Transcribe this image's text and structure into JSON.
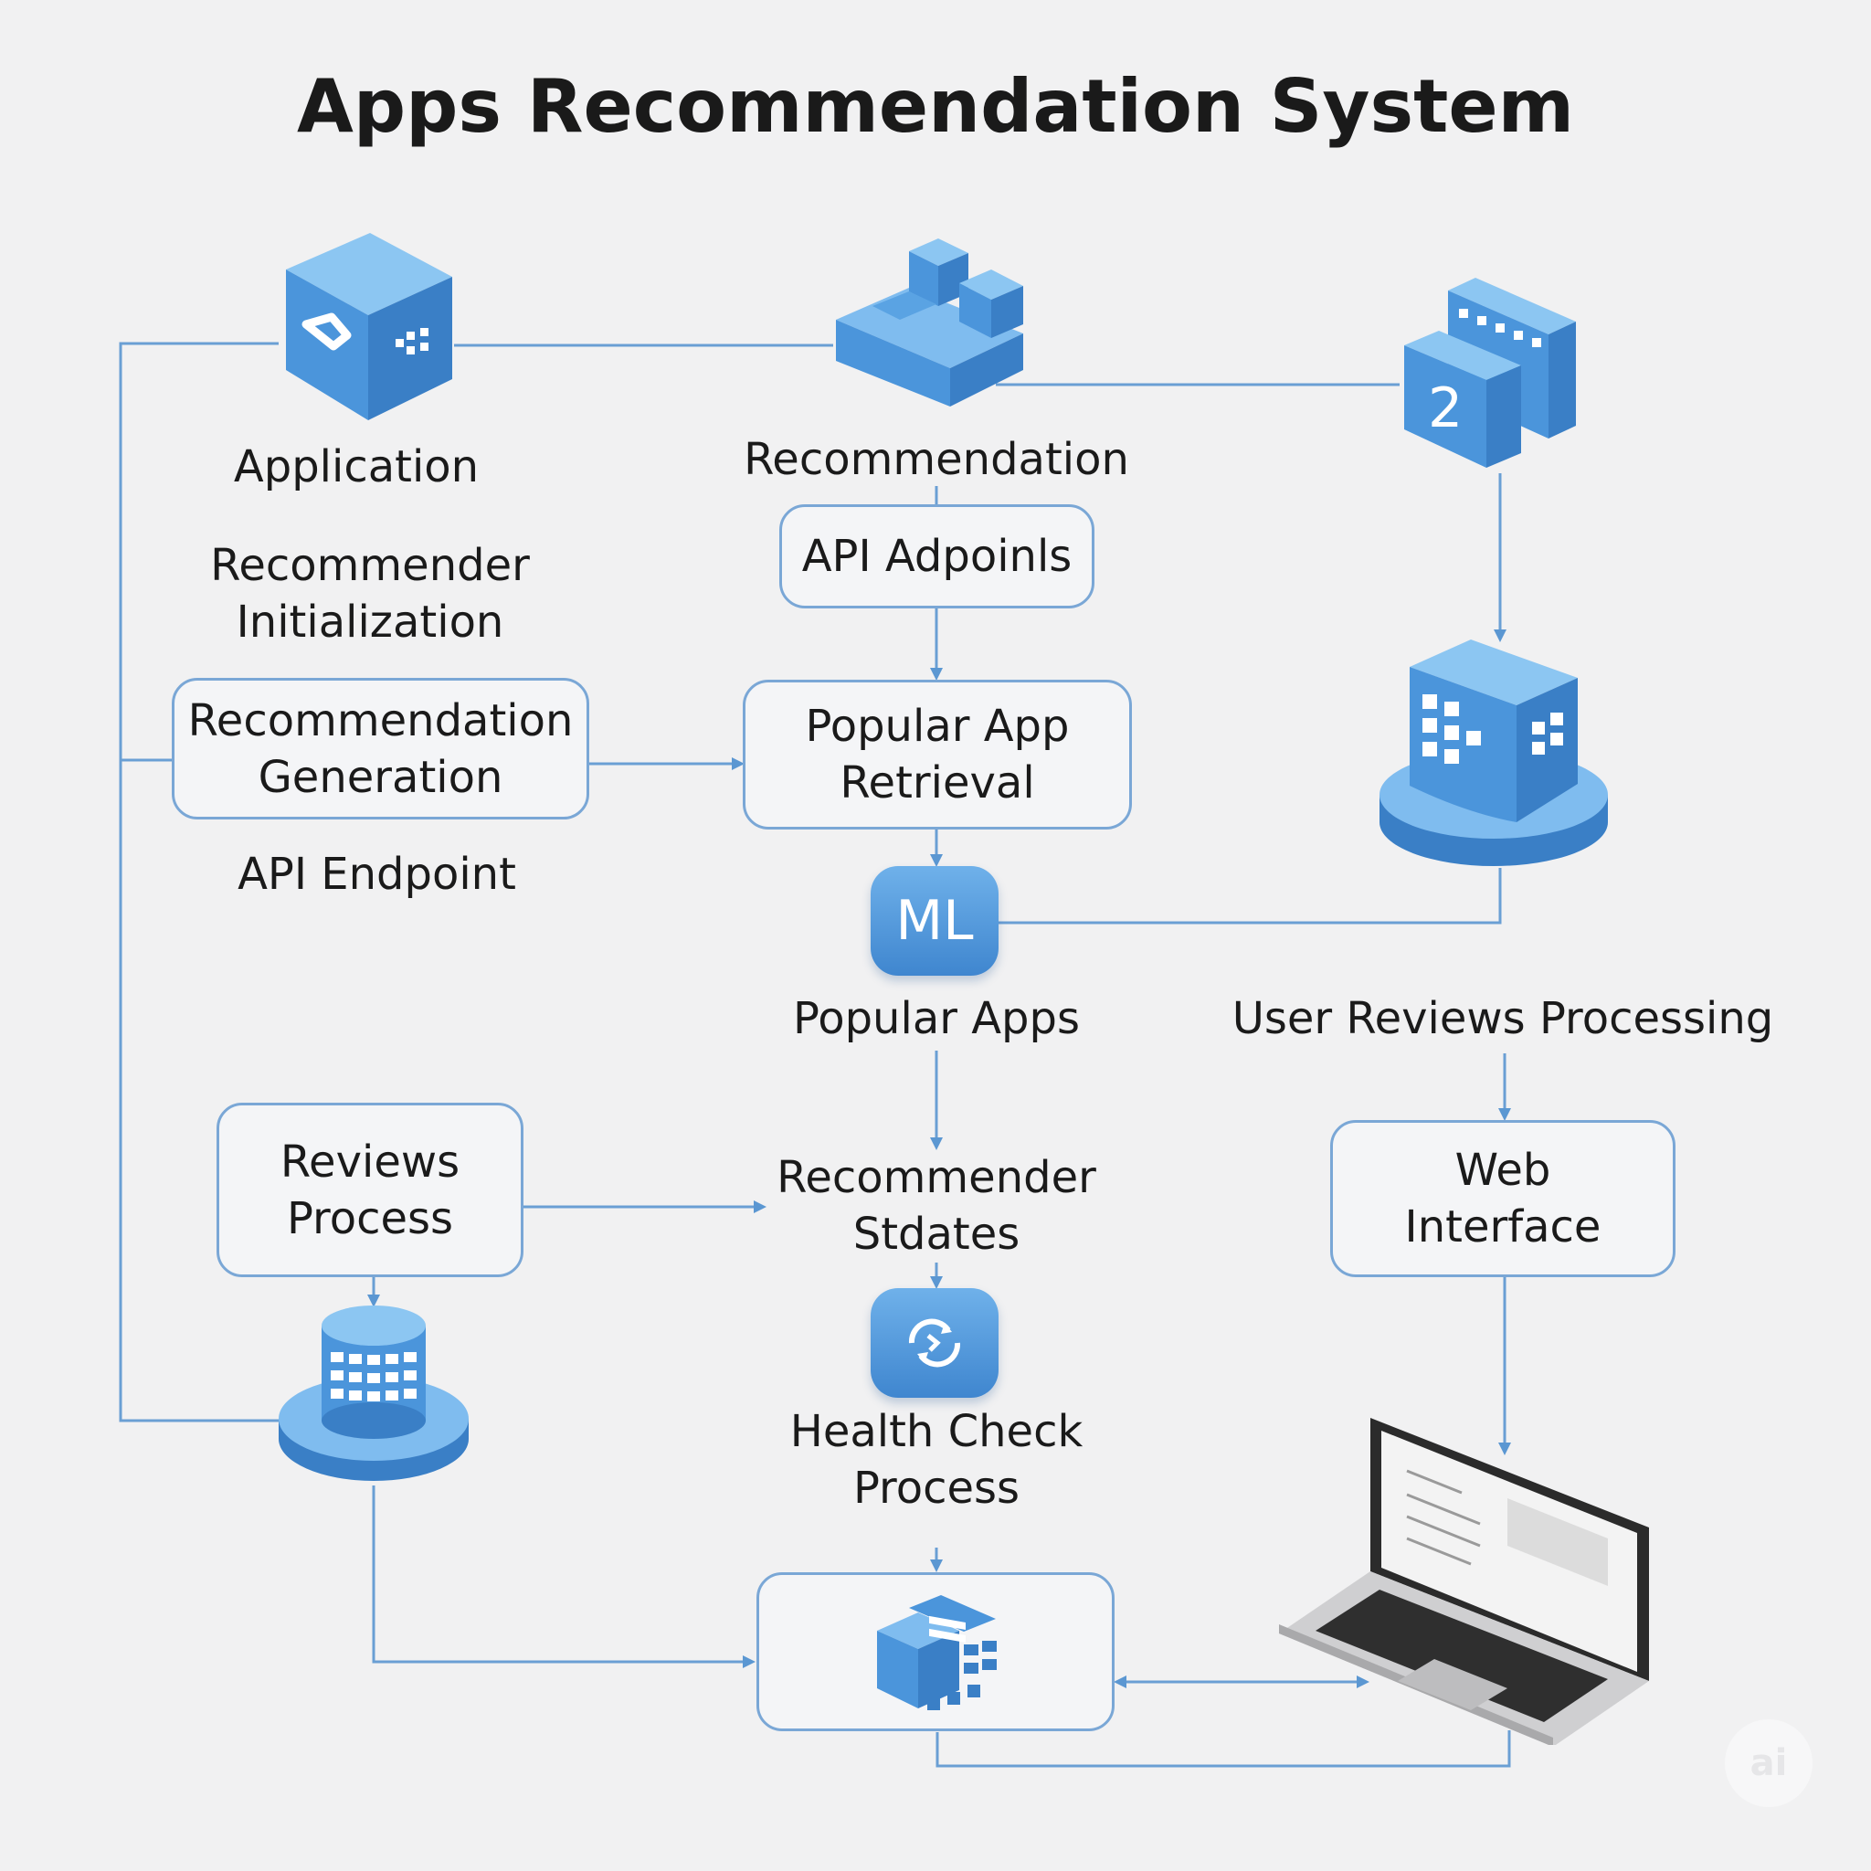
{
  "title": "Apps Recommendation System",
  "labels": {
    "application": "Application",
    "recommendation": "Recommendation",
    "recommender_init_1": "Recommender",
    "recommender_init_2": "Initialization",
    "api_endpoint": "API Endpoint",
    "popular_apps": "Popular Apps",
    "user_reviews_processing": "User Reviews Processing",
    "recommender_stdates_1": "Recommender",
    "recommender_stdates_2": "Stdates",
    "health_check_1": "Health Check",
    "health_check_2": "Process"
  },
  "boxes": {
    "api_adpoinls": "API Adpoinls",
    "rec_gen_1": "Recommendation",
    "rec_gen_2": "Generation",
    "popular_app_1": "Popular App",
    "popular_app_2": "Retrieval",
    "reviews_1": "Reviews",
    "reviews_2": "Process",
    "web_1": "Web",
    "web_2": "Interface"
  },
  "badges": {
    "ml": "ML"
  },
  "icons": {
    "app_cube": "application-cube-icon",
    "rec_blocks": "recommendation-blocks-icon",
    "server_two": "server-rack-icon",
    "db_building": "database-building-icon",
    "ml": "ml-badge-icon",
    "health": "health-check-sync-icon",
    "database": "database-cylinder-icon",
    "hub": "hub-cube-icon",
    "laptop": "laptop-icon"
  },
  "server_number": "2",
  "watermark": "ai",
  "colors": {
    "accent": "#4a90d9",
    "line": "#6a9fd4",
    "background": "#f1f1f2"
  }
}
